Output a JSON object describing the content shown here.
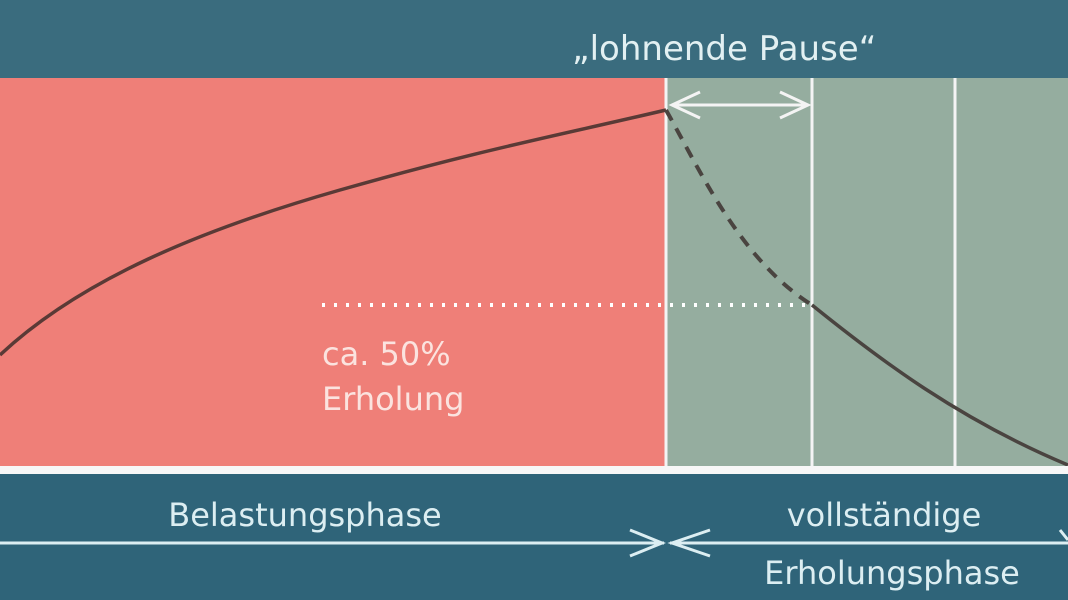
{
  "header": {
    "pause_label": "„lohnende Pause“"
  },
  "chart": {
    "recovery_line1": "ca. 50%",
    "recovery_line2": "Erholung"
  },
  "footer": {
    "load_phase": "Belastungsphase",
    "recovery_phase_line1": "vollständige",
    "recovery_phase_line2": "Erholungsphase"
  },
  "colors": {
    "band": "#346a7d",
    "load": "#ef7f78",
    "recovery": "#95ad9f",
    "curve": "#5a3a36",
    "text": "#dceef2"
  }
}
